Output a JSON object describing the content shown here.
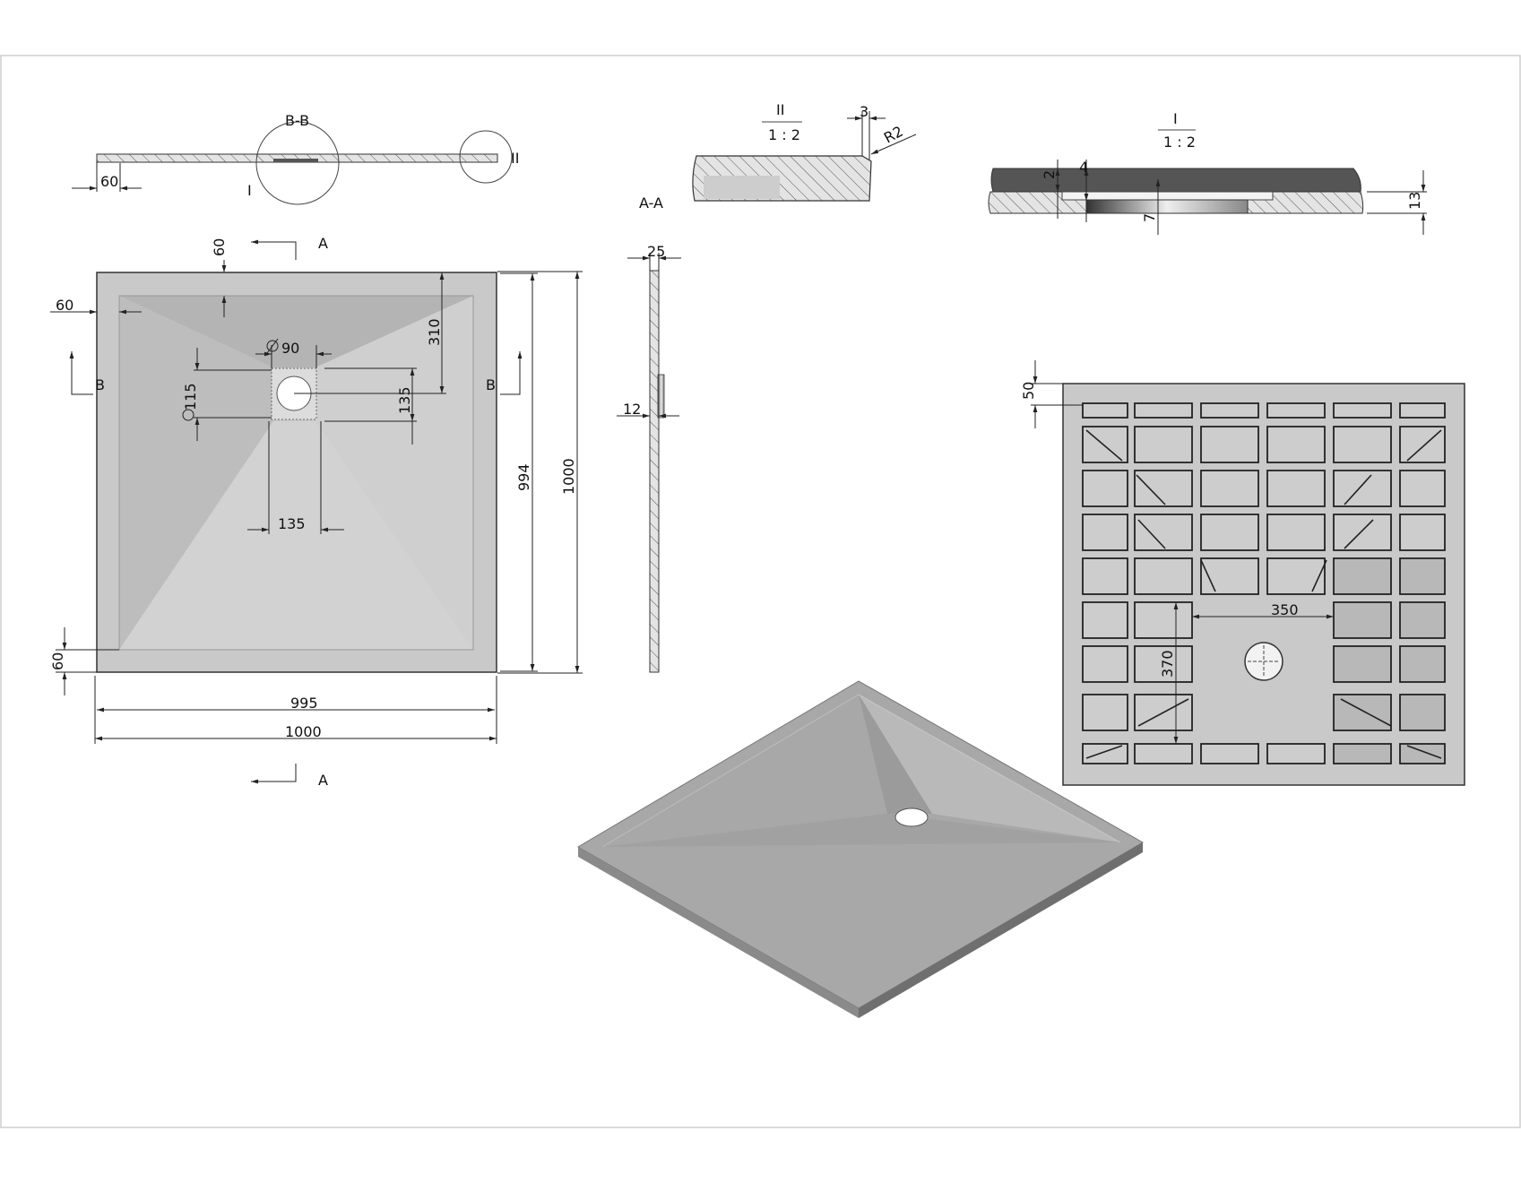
{
  "views": {
    "section_bb": {
      "title": "B-B",
      "detail_i_marker": "I",
      "detail_ii_marker": "II",
      "dim_lip": "60"
    },
    "detail_ii": {
      "label": "II",
      "scale": "1 : 2",
      "dim_3": "3",
      "radius": "R2"
    },
    "detail_i": {
      "label": "I",
      "scale": "1 : 2",
      "dim_2": "2",
      "dim_4": "4",
      "dim_7": "7",
      "dim_13": "13"
    },
    "section_aa": {
      "title": "A-A",
      "dim_25": "25",
      "dim_12": "12"
    },
    "top_view": {
      "section_a_top": "A",
      "section_a_bottom": "A",
      "section_b_left": "B",
      "section_b_right": "B",
      "dim_60_top": "60",
      "dim_60_left": "60",
      "dim_60_bottom": "60",
      "dim_diameter_90": "90",
      "dim_diameter_115": "115",
      "dim_310": "310",
      "dim_135_vertical": "135",
      "dim_135_horizontal": "135",
      "dim_994": "994",
      "dim_1000_vertical": "1000",
      "dim_995": "995",
      "dim_1000_horizontal": "1000"
    },
    "bottom_view": {
      "dim_50": "50",
      "dim_350": "350",
      "dim_370": "370"
    }
  },
  "colors": {
    "tray_fill": "#c9c9c9",
    "tray_slope_dark": "#b4b4b4",
    "tray_slope_light": "#d2d2d2",
    "iso_top": "#a8a8a8",
    "iso_edge": "#7a7a7a",
    "line": "#222222"
  }
}
